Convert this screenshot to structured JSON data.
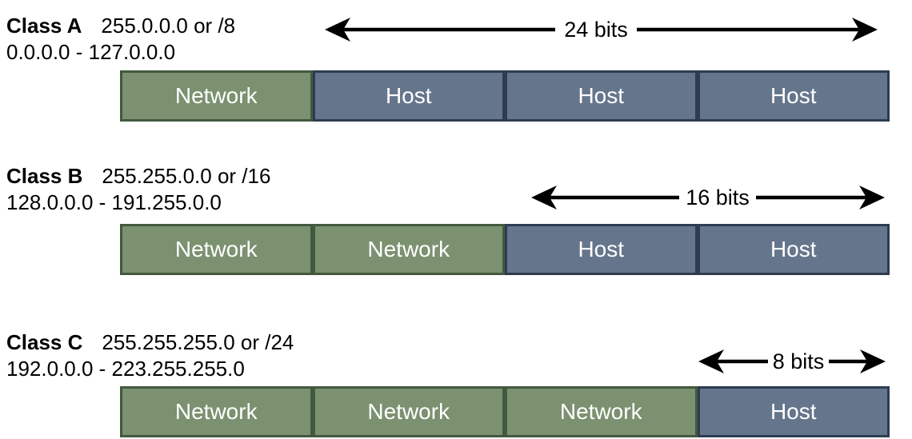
{
  "classes": [
    {
      "name": "Class A",
      "mask": "255.0.0.0 or /8",
      "range": "0.0.0.0 - 127.0.0.0",
      "bits_label": "24 bits",
      "octets": [
        "Network",
        "Host",
        "Host",
        "Host"
      ]
    },
    {
      "name": "Class B",
      "mask": "255.255.0.0 or /16",
      "range": "128.0.0.0 - 191.255.0.0",
      "bits_label": "16 bits",
      "octets": [
        "Network",
        "Network",
        "Host",
        "Host"
      ]
    },
    {
      "name": "Class C",
      "mask": "255.255.255.0 or /24",
      "range": "192.0.0.0 - 223.255.255.0",
      "bits_label": "8 bits",
      "octets": [
        "Network",
        "Network",
        "Network",
        "Host"
      ]
    }
  ],
  "colors": {
    "network_fill": "#7b9170",
    "network_border": "#42593f",
    "host_fill": "#65768c",
    "host_border": "#2e3c51",
    "arrow": "#000000",
    "text": "#000000",
    "background": "#ffffff"
  }
}
